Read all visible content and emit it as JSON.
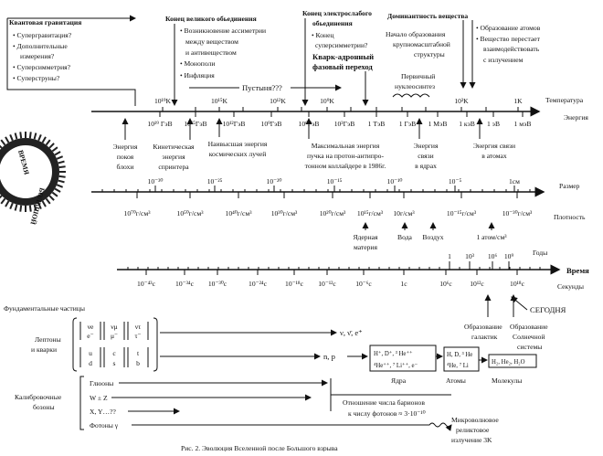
{
  "top": {
    "qg_title": "Квантовая гравитация",
    "qg_items": [
      "• Супергравитация?",
      "• Дополнительные",
      "измерения?",
      "• Суперсимметрия?",
      "• Суперструны?"
    ],
    "gu_title": "Конец великого обьединения",
    "gu_items": [
      "• Возникновение ассиметрии",
      "между веществом",
      "и антивеществом",
      "• Монополи",
      "• Инфляция"
    ],
    "ew_title": [
      "Конец электрослабого",
      "обьединения"
    ],
    "ew_items": [
      "• Конец",
      "суперсимметрии?"
    ],
    "qh_title": [
      "Кварк-адронный",
      "фазовый переход"
    ],
    "nuc": [
      "Начало образования",
      "крупномасштабной",
      "структуры"
    ],
    "dom_title": "Доминантность вещества",
    "dom_items": [
      "• Образование атомов",
      "• Вещество перестает",
      "взаимодействовать",
      "с излучением"
    ],
    "prim": [
      "Первичный",
      "нуклеосинтез"
    ],
    "desert": "Пустыня???"
  },
  "temp": {
    "label": "Температура",
    "ticks": [
      "10¹⁹K",
      "10¹⁵K",
      "10¹²K",
      "10⁹K",
      "10³K",
      "1K"
    ]
  },
  "energy": {
    "label": "Энергия",
    "ticks": [
      "10¹⁹ ГэВ",
      "10¹⁵ГэВ",
      "10¹²ГэВ",
      "10⁹ГэВ",
      "10⁶ГэВ",
      "10³ГэВ",
      "1 ТэВ",
      "1 ГэВ",
      "1 МэВ",
      "1 кэВ",
      "1 эВ",
      "1 мэВ"
    ],
    "notes": [
      [
        "Энергия",
        "покоя",
        "блохи"
      ],
      [
        "Кинетическая",
        "энергия",
        "спринтера"
      ],
      [
        "Наивысшая энергия",
        "космических лучей"
      ],
      [
        "Максимальная энергия",
        "пучка на протон-антипро-",
        "тонном коллайдере в 1986г."
      ],
      [
        "Энергия",
        "связи",
        "в ядрах"
      ],
      [
        "Энергия связи",
        "в атомах"
      ]
    ]
  },
  "size": {
    "label": "Размер",
    "ticks": [
      "10⁻³⁰",
      "10⁻²⁵",
      "10⁻²⁰",
      "10⁻¹⁵",
      "10⁻¹⁰",
      "10⁻⁵",
      "1см"
    ]
  },
  "density": {
    "label": "Плотность",
    "ticks": [
      "10⁷⁰г/см³",
      "10⁵⁰г/см³",
      "10⁴⁰г/см³",
      "10³⁰г/см³",
      "10²⁰г/см³",
      "10¹⁵г/см³",
      "10г/см³",
      "10⁻¹⁵г/см³",
      "10⁻³⁰г/см³"
    ],
    "notes": [
      [
        "Ядерная",
        "материя"
      ],
      [
        "Вода"
      ],
      [
        "Воздух"
      ],
      [
        "1 атом/см³"
      ]
    ]
  },
  "years": {
    "label": "Годы",
    "ticks": [
      "1",
      "10³",
      "10⁶",
      "10⁹"
    ]
  },
  "time": {
    "label": "Время",
    "seconds": "Секунды",
    "ticks": [
      "10⁻⁴³с",
      "10⁻³⁴с",
      "10⁻³⁰с",
      "10⁻²⁴с",
      "10⁻¹⁸с",
      "10⁻¹²с",
      "10⁻⁶с",
      "1с",
      "10⁶с",
      "10¹²с",
      "10¹⁸с"
    ],
    "today": "СЕГОДНЯ",
    "galaxies": [
      "Образование",
      "галактик"
    ],
    "solar": [
      "Образование",
      "Солнечной",
      "системы"
    ]
  },
  "particles": {
    "fundamental": "Фундаментальные частицы",
    "leptons": [
      "Лептоны",
      "и кварки"
    ],
    "lepton_row": [
      "νe",
      "νμ",
      "ντ"
    ],
    "lepton_row2": [
      "e⁻",
      "μ⁻",
      "τ⁻"
    ],
    "quark_row": [
      "u",
      "c",
      "t"
    ],
    "quark_row2": [
      "d",
      "s",
      "b"
    ],
    "nu": "ν, ν̄, e⁺",
    "np": "n, p",
    "nuclei_box": [
      "H⁺, D⁺, ³ He⁺⁺",
      "⁴He⁺⁺, ⁷ Li⁺⁺, e⁻"
    ],
    "nuclei": "Ядра",
    "atoms_box": [
      "H, D, ³ He",
      "⁴He, ⁷ Li"
    ],
    "atoms": "Атомы",
    "mol_box": "H₂, He₂, H₂O",
    "molecules": "Молекулы",
    "gauge": [
      "Калибровочные",
      "бозоны"
    ],
    "gluons": "Глюоны",
    "wz": "W ± Z",
    "xy": "X, Y…??",
    "photons": "Фотоны γ",
    "ratio": [
      "Отношение числа барионов",
      "к числу фотонов ≈ 3·10⁻¹⁰"
    ],
    "cmb": [
      "Микроволновое",
      "реликтовое",
      "излучение 3K"
    ]
  },
  "logo": {
    "text": "ВРЕМЯ БОЛЬШОЙ"
  },
  "caption": "Рис. 2. Эволюция Вселенной после Большого взрыва"
}
